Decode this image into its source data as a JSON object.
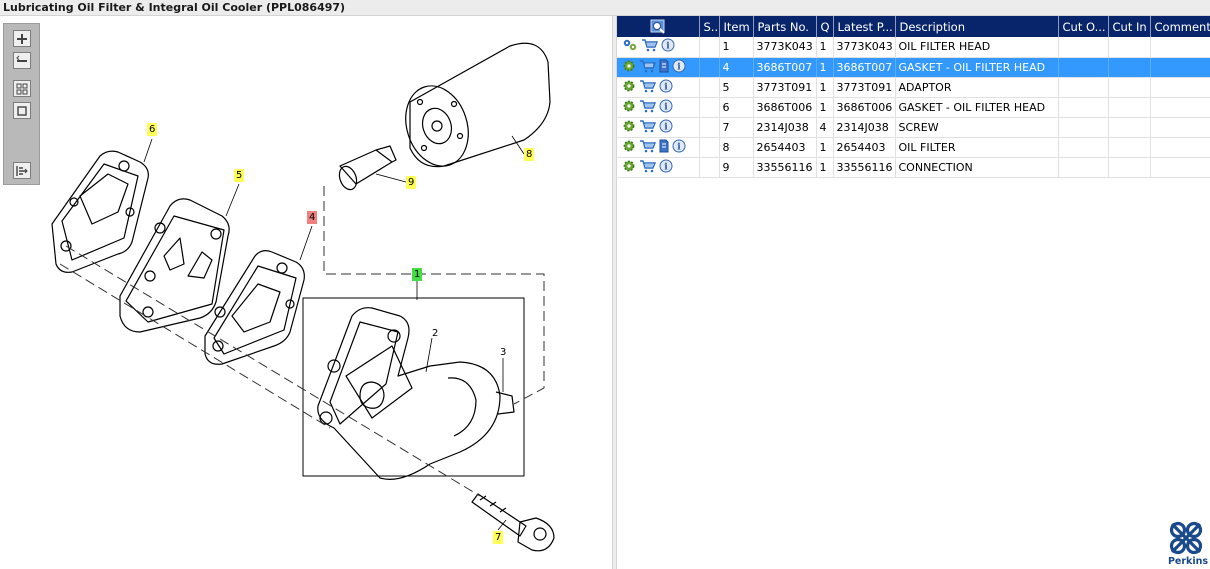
{
  "window": {
    "title": "Lubricating Oil Filter & Integral Oil Cooler (PPL086497)"
  },
  "toolbar": {
    "buttons": [
      {
        "name": "zoom-in-button",
        "icon": "zoom-in-icon"
      },
      {
        "name": "zoom-out-button",
        "icon": "zoom-out-icon"
      },
      {
        "name": "zoom-fit-button",
        "icon": "fit-window-icon"
      },
      {
        "name": "zoom-reset-button",
        "icon": "actual-size-icon"
      },
      {
        "name": "toggle-panel-button",
        "icon": "panel-arrow-icon"
      }
    ]
  },
  "diagram": {
    "callouts": [
      {
        "id": "6",
        "color": "yellow"
      },
      {
        "id": "5",
        "color": "yellow"
      },
      {
        "id": "4",
        "color": "red"
      },
      {
        "id": "1",
        "color": "green"
      },
      {
        "id": "2",
        "color": "none"
      },
      {
        "id": "3",
        "color": "none"
      },
      {
        "id": "7",
        "color": "yellow"
      },
      {
        "id": "8",
        "color": "yellow"
      },
      {
        "id": "9",
        "color": "yellow"
      }
    ]
  },
  "table": {
    "headers": [
      "",
      "S..",
      "Item",
      "Parts No.",
      "Q",
      "Latest P...",
      "Description",
      "Cut O...",
      "Cut In",
      "Comment"
    ],
    "rows": [
      {
        "item": "1",
        "parts_no": "3773K043",
        "qty": "1",
        "latest": "3773K043",
        "description": "OIL FILTER HEAD",
        "cut_out": "",
        "cut_in": "",
        "comment": "",
        "selected": false,
        "icons": [
          "gears-icon",
          "cart-icon",
          "info-icon"
        ]
      },
      {
        "item": "4",
        "parts_no": "3686T007",
        "qty": "1",
        "latest": "3686T007",
        "description": "GASKET - OIL FILTER HEAD",
        "cut_out": "",
        "cut_in": "",
        "comment": "",
        "selected": true,
        "icons": [
          "gear-icon",
          "cart-icon",
          "document-icon",
          "info-icon"
        ]
      },
      {
        "item": "5",
        "parts_no": "3773T091",
        "qty": "1",
        "latest": "3773T091",
        "description": "ADAPTOR",
        "cut_out": "",
        "cut_in": "",
        "comment": "",
        "selected": false,
        "icons": [
          "gear-icon",
          "cart-icon",
          "info-icon"
        ]
      },
      {
        "item": "6",
        "parts_no": "3686T006",
        "qty": "1",
        "latest": "3686T006",
        "description": "GASKET - OIL FILTER HEAD",
        "cut_out": "",
        "cut_in": "",
        "comment": "",
        "selected": false,
        "icons": [
          "gear-icon",
          "cart-icon",
          "info-icon"
        ]
      },
      {
        "item": "7",
        "parts_no": "2314J038",
        "qty": "4",
        "latest": "2314J038",
        "description": "SCREW",
        "cut_out": "",
        "cut_in": "",
        "comment": "",
        "selected": false,
        "icons": [
          "gear-icon",
          "cart-icon",
          "info-icon"
        ]
      },
      {
        "item": "8",
        "parts_no": "2654403",
        "qty": "1",
        "latest": "2654403",
        "description": "OIL FILTER",
        "cut_out": "",
        "cut_in": "",
        "comment": "",
        "selected": false,
        "icons": [
          "gear-icon",
          "cart-icon",
          "document-icon",
          "info-icon"
        ]
      },
      {
        "item": "9",
        "parts_no": "33556116",
        "qty": "1",
        "latest": "33556116",
        "description": "CONNECTION",
        "cut_out": "",
        "cut_in": "",
        "comment": "",
        "selected": false,
        "icons": [
          "gear-icon",
          "cart-icon",
          "info-icon"
        ]
      }
    ]
  },
  "branding": {
    "logo_text": "Perkins",
    "logo_color": "#1b4a8c"
  },
  "colors": {
    "header_bg": "#08246b",
    "selected_row": "#3399ff",
    "callout_yellow": "#ffff55",
    "callout_red": "#f08080",
    "callout_green": "#44dd44"
  }
}
